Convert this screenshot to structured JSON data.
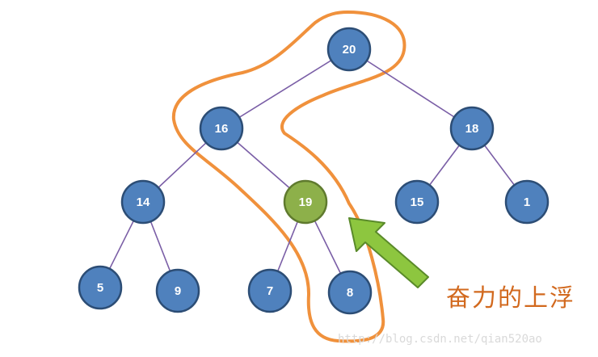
{
  "diagram": {
    "nodes": [
      {
        "id": "n20",
        "label": "20",
        "highlighted": false
      },
      {
        "id": "n16",
        "label": "16",
        "highlighted": false
      },
      {
        "id": "n18",
        "label": "18",
        "highlighted": false
      },
      {
        "id": "n14",
        "label": "14",
        "highlighted": false
      },
      {
        "id": "n19",
        "label": "19",
        "highlighted": true
      },
      {
        "id": "n15",
        "label": "15",
        "highlighted": false
      },
      {
        "id": "n1",
        "label": "1",
        "highlighted": false
      },
      {
        "id": "n5",
        "label": "5",
        "highlighted": false
      },
      {
        "id": "n9",
        "label": "9",
        "highlighted": false
      },
      {
        "id": "n7",
        "label": "7",
        "highlighted": false
      },
      {
        "id": "n8",
        "label": "8",
        "highlighted": false
      }
    ],
    "edges": [
      [
        "n20",
        "n16"
      ],
      [
        "n20",
        "n18"
      ],
      [
        "n16",
        "n14"
      ],
      [
        "n16",
        "n19"
      ],
      [
        "n18",
        "n15"
      ],
      [
        "n18",
        "n1"
      ],
      [
        "n14",
        "n5"
      ],
      [
        "n14",
        "n9"
      ],
      [
        "n19",
        "n7"
      ],
      [
        "n19",
        "n8"
      ]
    ],
    "highlight_path": [
      "n20",
      "n16",
      "n19",
      "n8"
    ],
    "colors": {
      "node_fill": "#4f81bd",
      "node_stroke": "#2c4d75",
      "highlight_fill": "#8db04a",
      "highlight_stroke": "#5f7a2e",
      "edge": "#7a5ea6",
      "path_outline": "#f0913c",
      "arrow_fill": "#8dc63f",
      "arrow_stroke": "#5a8a2a",
      "caption": "#d2691e"
    }
  },
  "caption": "奋力的上浮",
  "watermark": "http://blog.csdn.net/qian520ao"
}
